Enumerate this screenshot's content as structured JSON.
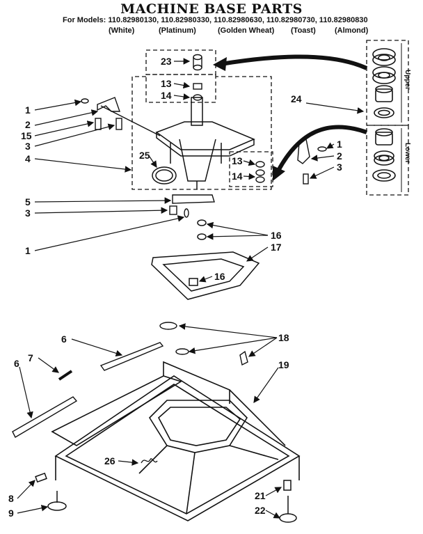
{
  "header": {
    "title": "MACHINE BASE PARTS",
    "models_line": "For Models: 110.82980130, 110.82980330, 110.82980630, 110.82980730, 110.82980830",
    "colors": [
      "(White)",
      "(Platinum)",
      "(Golden Wheat)",
      "(Toast)",
      "(Almond)"
    ]
  },
  "inset": {
    "upper_label": "Upper",
    "lower_label": "Lower"
  },
  "callouts": [
    "23",
    "13",
    "14",
    "1",
    "2",
    "15",
    "3",
    "4",
    "25",
    "24",
    "1",
    "2",
    "3",
    "13",
    "14",
    "5",
    "3",
    "1",
    "16",
    "17",
    "16",
    "6",
    "7",
    "6",
    "18",
    "19",
    "26",
    "8",
    "9",
    "21",
    "22"
  ]
}
